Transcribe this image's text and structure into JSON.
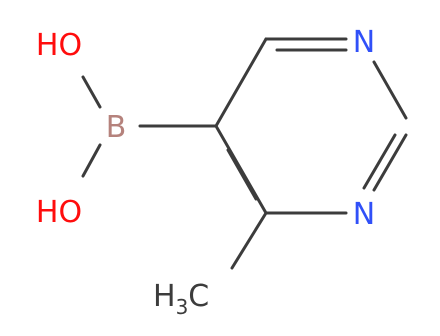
{
  "molecule": {
    "atoms": {
      "ho_top": "HO",
      "boron": "B",
      "ho_bottom": "HO",
      "n_top": "N",
      "n_bottom": "N",
      "methyl_main": "H",
      "methyl_sub": "3",
      "methyl_tail": "C"
    },
    "colors": {
      "bond": "#3c3c3c",
      "oxygen": "#ff0d0d",
      "boron": "#b5827c",
      "nitrogen": "#3050f8",
      "carbon": "#3c3c3c"
    }
  }
}
